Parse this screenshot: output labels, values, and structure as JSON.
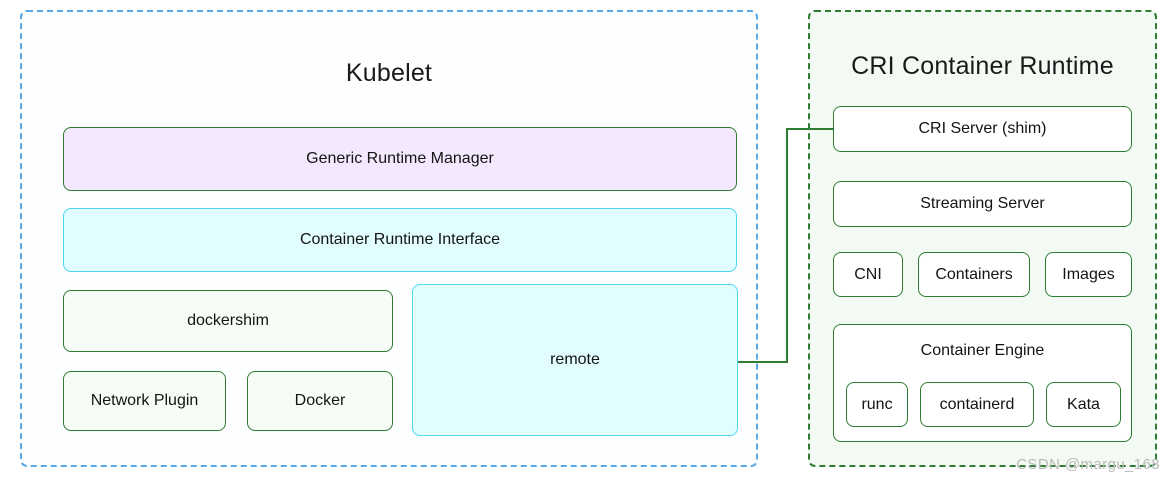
{
  "diagram": {
    "watermark": "CSDN @margu_168",
    "colors": {
      "kubelet_border": "#5aa9e6",
      "cri_border": "#2e7d32",
      "green_box_border": "#2f7d32",
      "purple_fill": "#f3e8fd",
      "cyan_fill": "#e2fdff",
      "cyan_border": "#4fd8f0",
      "connector": "#2f7d32"
    },
    "kubelet_panel": {
      "title": "Kubelet",
      "generic_runtime_manager": "Generic Runtime Manager",
      "container_runtime_interface": "Container Runtime Interface",
      "dockershim": "dockershim",
      "network_plugin": "Network Plugin",
      "docker": "Docker",
      "remote": "remote"
    },
    "cri_panel": {
      "title": "CRI Container Runtime",
      "cri_server": "CRI Server (shim)",
      "streaming_server": "Streaming Server",
      "cni": "CNI",
      "containers": "Containers",
      "images": "Images",
      "container_engine": {
        "title": "Container Engine",
        "runc": "runc",
        "containerd": "containerd",
        "kata": "Kata"
      }
    }
  }
}
